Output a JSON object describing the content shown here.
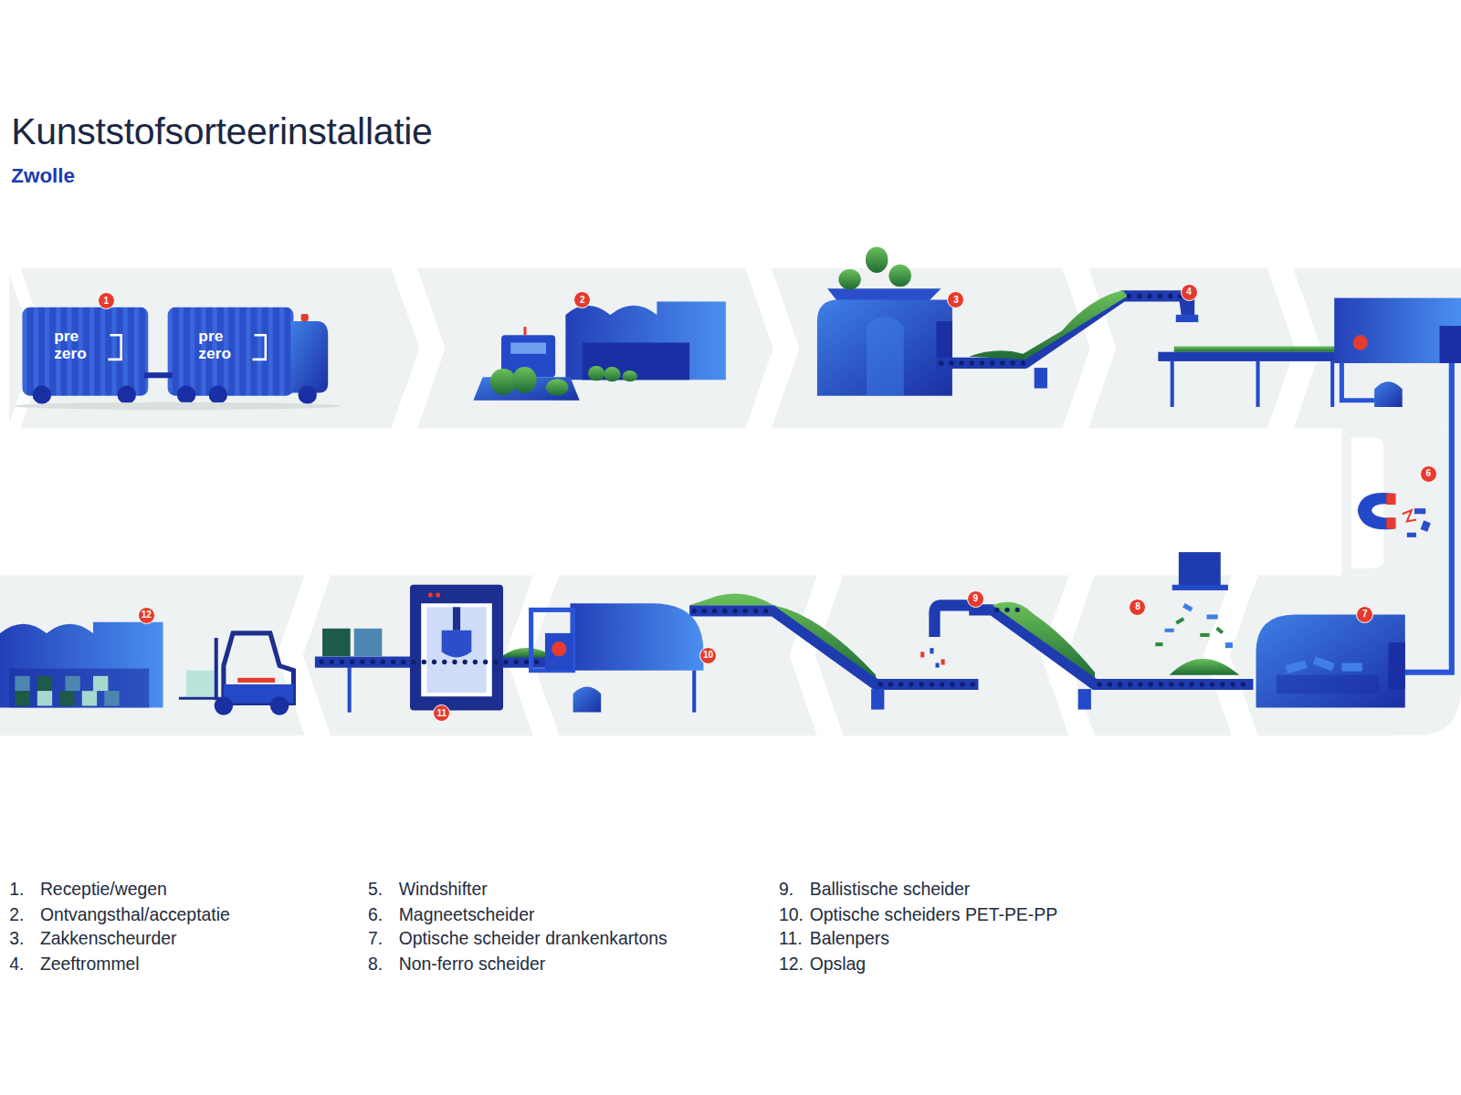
{
  "diagram": {
    "title": "Kunststofsorteerinstallatie",
    "nodes": [
      {
        "text": [
          "1"
        ]
      },
      {
        "text": [
          "2"
        ]
      },
      {
        "text": [
          "3"
        ]
      },
      {
        "text": [
          "4"
        ]
      },
      {
        "text": [
          "6"
        ]
      },
      {
        "text": [
          "7"
        ]
      },
      {
        "text": [
          "8"
        ]
      },
      {
        "text": [
          "9"
        ]
      },
      {
        "text": [
          "10"
        ]
      },
      {
        "text": [
          "11"
        ]
      },
      {
        "text": [
          "12"
        ]
      }
    ],
    "labels": [
      "Zwolle",
      "pre",
      "zero",
      "pre",
      "zero",
      "1.",
      "Receptie/wegen",
      "2.",
      "Ontvangsthal/acceptatie",
      "3.",
      "Zakkenscheurder",
      "4.",
      "Zeeftrommel",
      "5.",
      "Windshifter",
      "6.",
      "Magneetscheider",
      "7.",
      "Optische scheider drankenkartons",
      "8.",
      "Non-ferro scheider",
      "9.",
      "Ballistische scheider",
      "10.",
      "Optische scheiders PET-PE-PP",
      "11.",
      "Balenpers",
      "12.",
      "Opslag"
    ]
  }
}
